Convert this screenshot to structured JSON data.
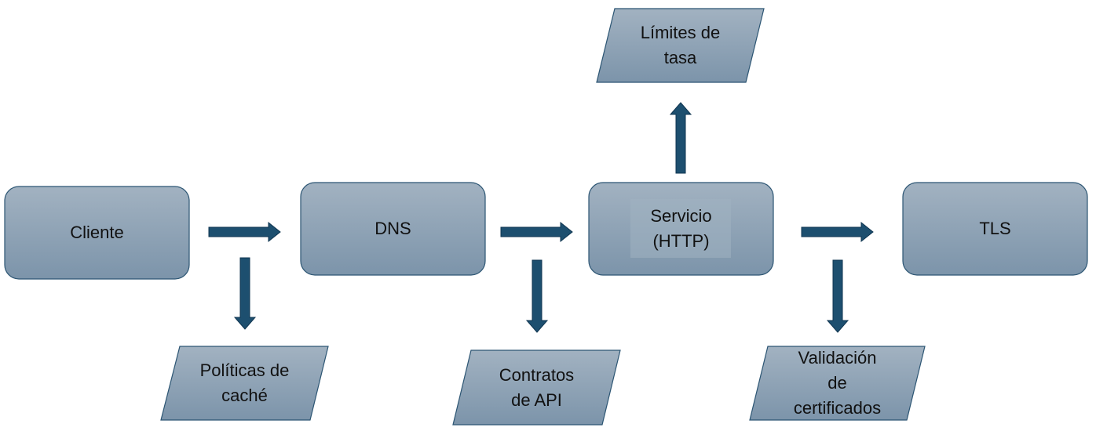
{
  "diagram": {
    "colors": {
      "box_top": "#a2b2c1",
      "box_bottom": "#7c94aa",
      "box_border": "#2c5573",
      "arrow_fill": "#1d4f6f",
      "arrow_stroke": "#0f3550",
      "text": "#111111"
    },
    "main_nodes": {
      "cliente": [
        "Cliente"
      ],
      "dns": [
        "DNS"
      ],
      "servicio": [
        "Servicio",
        "(HTTP)"
      ],
      "tls": [
        "TLS"
      ]
    },
    "side_nodes": {
      "politicas": [
        "Políticas de",
        "caché"
      ],
      "contratos": [
        "Contratos",
        "de API"
      ],
      "limites": [
        "Límites de",
        "tasa"
      ],
      "validacion": [
        "Validación",
        "de",
        "certificados"
      ]
    },
    "edges": [
      {
        "from": "cliente",
        "to": "dns"
      },
      {
        "from": "dns",
        "to": "servicio"
      },
      {
        "from": "servicio",
        "to": "tls"
      },
      {
        "from": "cliente",
        "to": "politicas"
      },
      {
        "from": "dns",
        "to": "contratos"
      },
      {
        "from": "servicio",
        "to": "limites"
      },
      {
        "from": "tls",
        "to": "validacion"
      }
    ]
  }
}
